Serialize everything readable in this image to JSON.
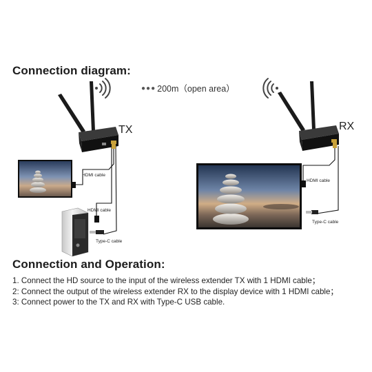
{
  "diagram": {
    "heading": "Connection diagram:",
    "range_text": "200m（open area）",
    "tx_label": "TX",
    "rx_label": "RX",
    "cables": {
      "tx_hdmi_display": "HDMI cable",
      "tx_hdmi_source": "HDMI cable",
      "tx_typec": "Type-C cable",
      "rx_hdmi": "HDMI cable",
      "rx_typec": "Type-C cable"
    },
    "icons": [
      "wifi-signal-icon",
      "antenna-icon",
      "display-icon",
      "hd-source-box-icon"
    ]
  },
  "operation": {
    "heading": "Connection and Operation:",
    "steps": [
      "1. Connect the HD source to the input of the wireless extender TX with 1 HDMI cable；",
      "2: Connect the output of the wireless extender RX to the display device with 1 HDMI cable；",
      "3: Connect power to the TX and RX with Type-C USB cable."
    ]
  }
}
